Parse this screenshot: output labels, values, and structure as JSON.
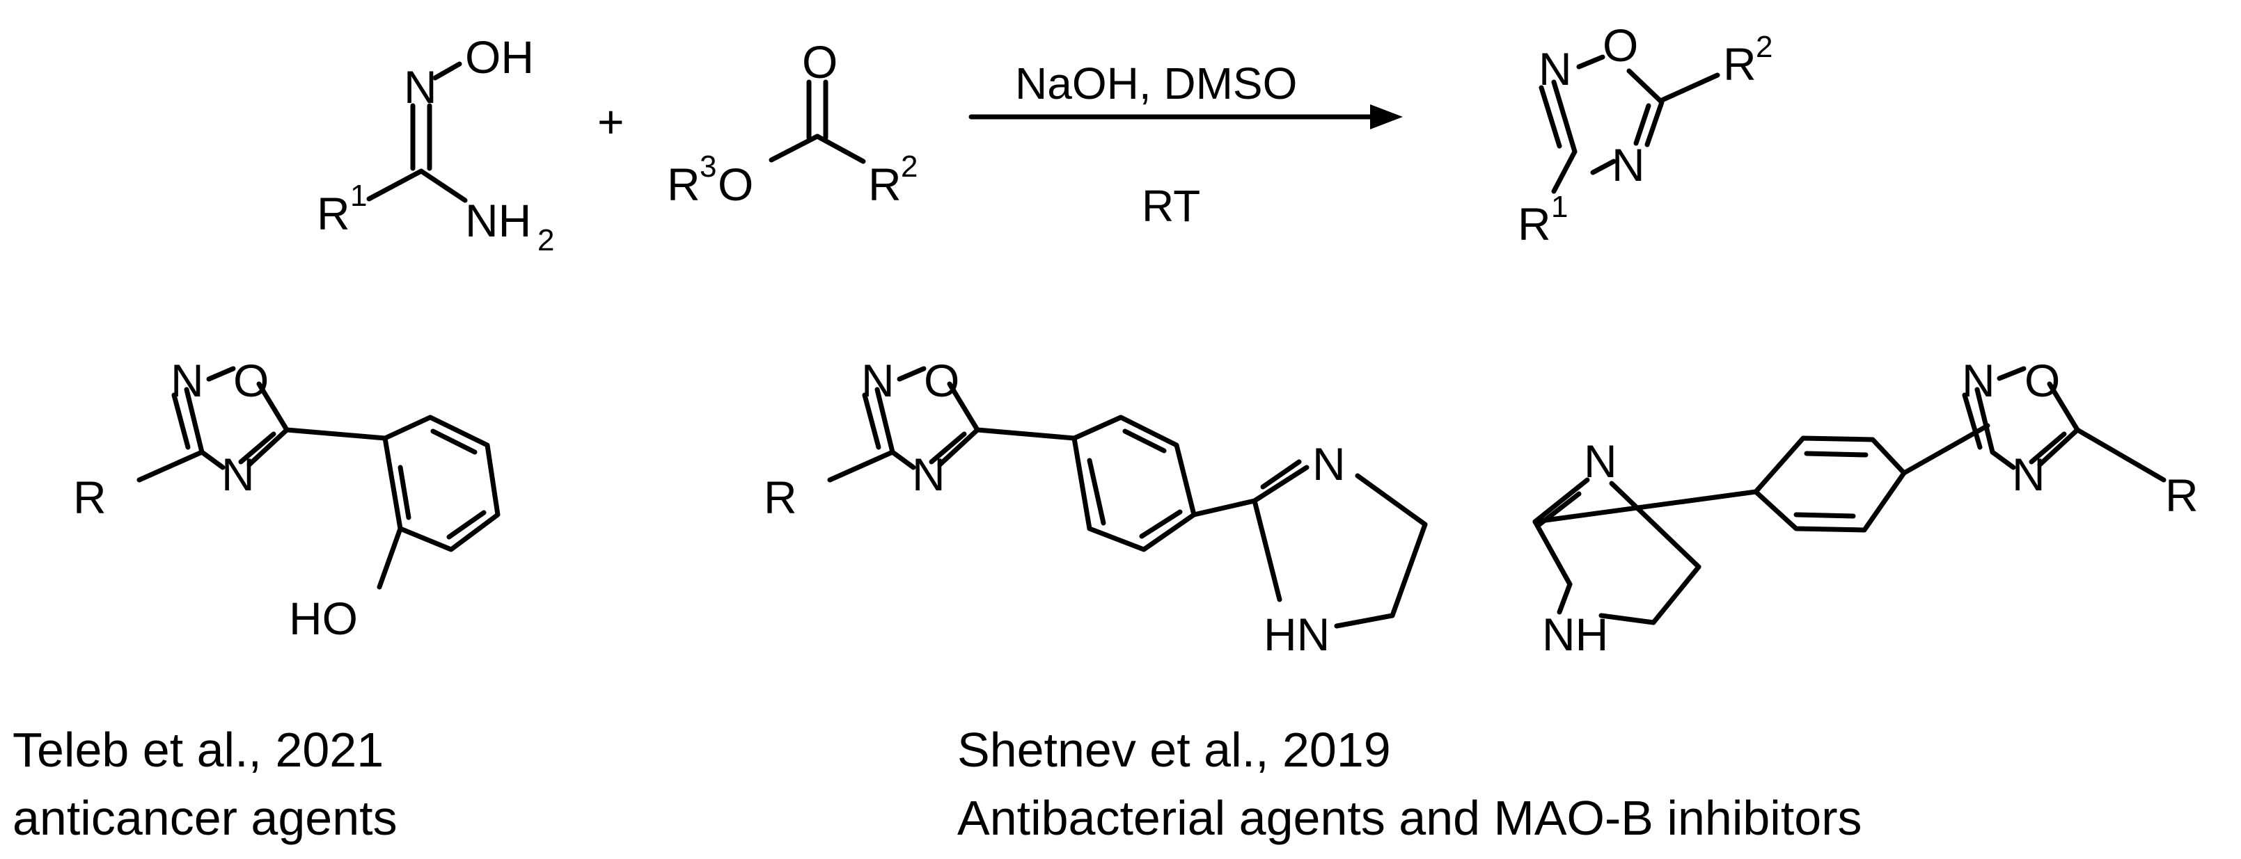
{
  "reaction": {
    "plus": "+",
    "reagents": "NaOH, DMSO",
    "conditions": "RT"
  },
  "atoms": {
    "N": "N",
    "O": "O",
    "OH": "OH",
    "NH": "NH",
    "HN": "HN",
    "HO": "HO",
    "R": "R",
    "H": "H",
    "sub_2": "2",
    "sup_1": "1",
    "sup_2": "2",
    "sup_3": "3"
  },
  "captions": {
    "teleb_ref": "Teleb et al., 2021",
    "teleb_activity": "anticancer agents",
    "shetnev_ref": "Shetnev et al., 2019",
    "shetnev_activity": "Antibacterial agents and MAO-B inhibitors"
  }
}
